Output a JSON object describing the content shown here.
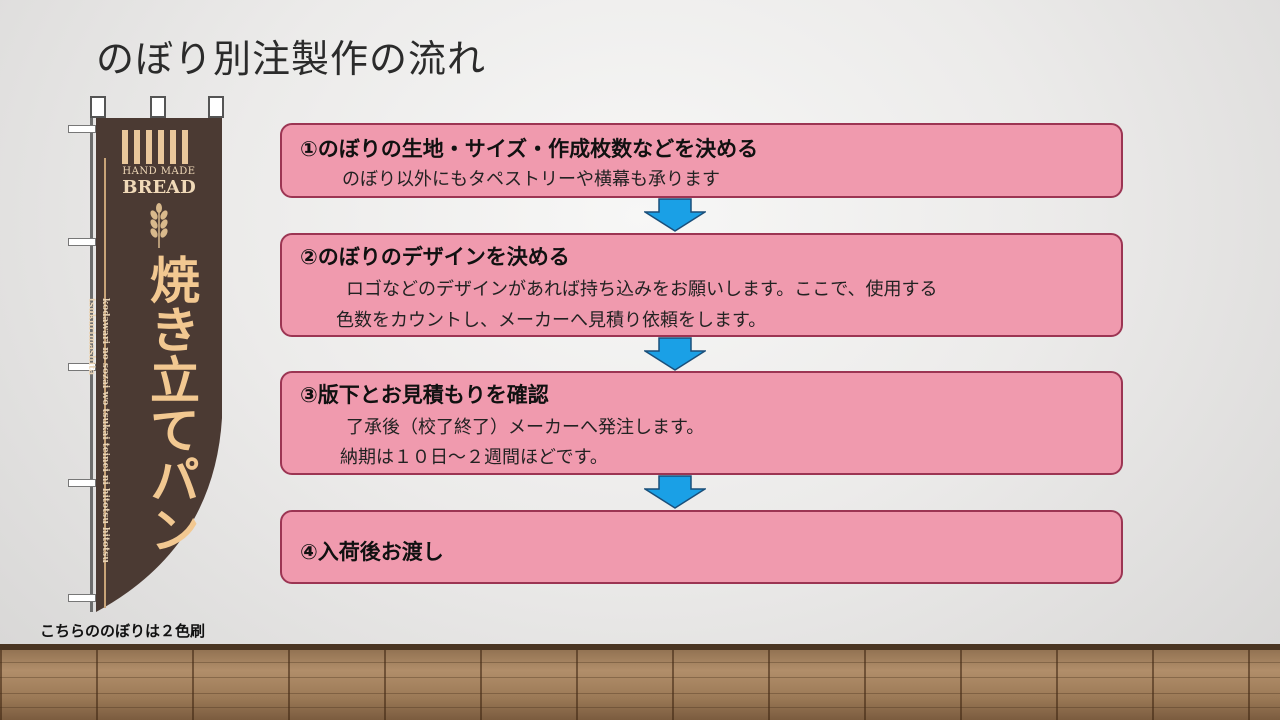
{
  "slide": {
    "title": "のぼり別注製作の流れ"
  },
  "nobori": {
    "hand_made": "HAND MADE",
    "bread": "BREAD",
    "main_text": "焼き立てパン",
    "sub_text": "kodawari no sozai wo tsukai teinei ni hitotsu hitotsu tsukurimashita",
    "wheat_icon": "wheat-icon",
    "colors": {
      "fabric": "#4b3a33",
      "print": "#f2c891"
    },
    "caption": "こちらののぼりは２色刷"
  },
  "steps": [
    {
      "title": "①のぼりの生地・サイズ・作成枚数などを決める",
      "lines": [
        "のぼり以外にもタペストリーや横幕も承ります"
      ]
    },
    {
      "title": "②のぼりのデザインを決める",
      "lines": [
        "ロゴなどのデザインがあれば持ち込みをお願いします。ここで、使用する",
        "色数をカウントし、メーカーへ見積り依頼をします。"
      ]
    },
    {
      "title": "③版下とお見積もりを確認",
      "lines": [
        "了承後（校了終了）メーカーへ発注します。",
        "納期は１０日～２週間ほどです。"
      ]
    },
    {
      "title": "④入荷後お渡し",
      "lines": []
    }
  ],
  "arrows": {
    "icon": "down-arrow-icon",
    "color": "#1aa0e6"
  },
  "box_colors": {
    "fill": "#f09aae",
    "border": "#9c3553"
  }
}
